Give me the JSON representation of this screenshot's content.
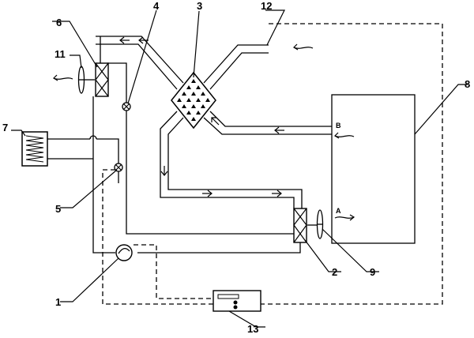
{
  "labels": {
    "n1": "1",
    "n2": "2",
    "n3": "3",
    "n4": "4",
    "n5": "5",
    "n6": "6",
    "n7": "7",
    "n8": "8",
    "n9": "9",
    "n11": "11",
    "n12": "12",
    "n13": "13",
    "air_a": "A",
    "air_b": "B"
  }
}
